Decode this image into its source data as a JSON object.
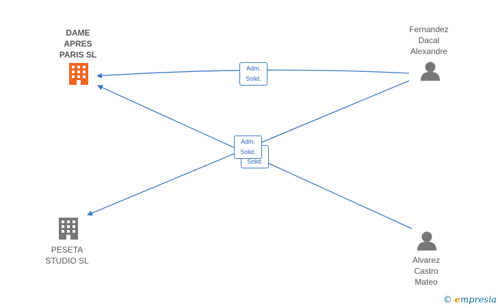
{
  "nodes": {
    "dame_apres": {
      "label": "DAME\nAPRES\nPARIS  SL",
      "kind": "company",
      "color": "#f26522"
    },
    "peseta": {
      "label": "PESETA\nSTUDIO  SL",
      "kind": "company",
      "color": "#777777"
    },
    "fernandez": {
      "label": "Fernandez\nDacal\nAlexandre",
      "kind": "person",
      "color": "#777777"
    },
    "alvarez": {
      "label": "Alvarez\nCastro\nMateo",
      "kind": "person",
      "color": "#777777"
    }
  },
  "edges": [
    {
      "from": "fernandez",
      "to": "dame_apres",
      "label": "Adm.\nSolid."
    },
    {
      "from": "fernandez",
      "to": "peseta",
      "label": "Adm.\nSolid."
    },
    {
      "from": "alvarez",
      "to": "dame_apres",
      "label": "Adm.\nSolid."
    }
  ],
  "colors": {
    "edge": "#3a78c6"
  },
  "watermark": {
    "copyright": "©",
    "brand_initial": "e",
    "brand_rest": "mpresia"
  }
}
